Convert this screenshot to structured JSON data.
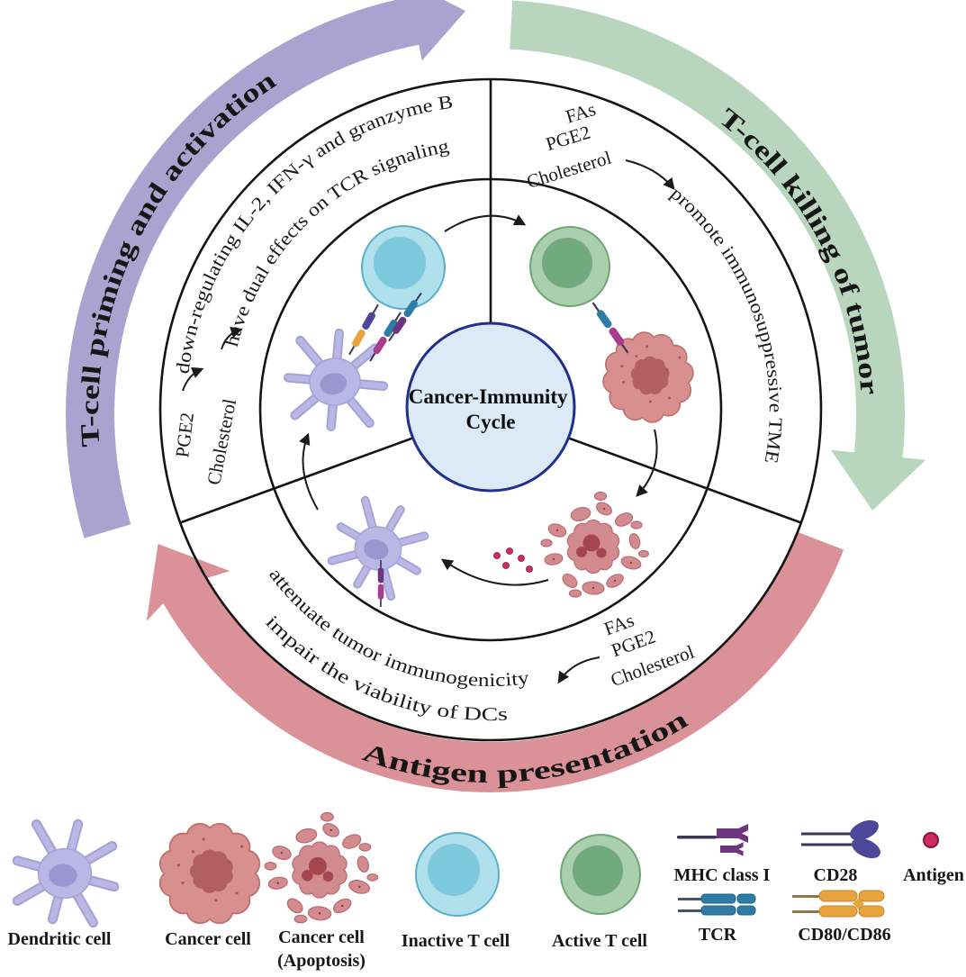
{
  "center": {
    "line1": "Cancer-Immunity",
    "line2": "Cycle"
  },
  "outer_arrows": {
    "priming": {
      "label": "T-cell priming and activation",
      "color": "#a8a3cf"
    },
    "killing": {
      "label": "T-cell killing of tumor",
      "color": "#b7d6bd"
    },
    "antigen_presentation": {
      "label": "Antigen presentation",
      "color": "#da9197"
    }
  },
  "sectors": {
    "priming": {
      "factor1": "PGE2",
      "factor2": "Cholesterol",
      "effect1": "down-regulating IL-2, IFN-γ and granzyme B",
      "effect2": "have dual effects on TCR signaling"
    },
    "killing": {
      "factors_line1": "FAs",
      "factors_line2": "PGE2",
      "factors_line3": "Cholesterol",
      "effect": "promote immunosuppressive TME"
    },
    "antigen_presentation": {
      "factors_line1": "FAs",
      "factors_line2": "PGE2",
      "factors_line3": "Cholesterol",
      "effect1": "attenuate tumor immunogenicity",
      "effect2": "impair the viability of DCs"
    }
  },
  "legend": {
    "dendritic_cell": "Dendritic cell",
    "cancer_cell": "Cancer cell",
    "cancer_cell_apoptosis_line1": "Cancer cell",
    "cancer_cell_apoptosis_line2": "(Apoptosis)",
    "inactive_t_cell": "Inactive T cell",
    "active_t_cell": "Active T cell",
    "mhc_class_1": "MHC class I",
    "cd28": "CD28",
    "antigen": "Antigen",
    "tcr": "TCR",
    "cd80_cd86": "CD80/CD86"
  },
  "colors": {
    "priming_arrow": "#a8a3cf",
    "killing_arrow": "#b7d6bd",
    "antigen_arrow": "#da9197",
    "center_fill": "#dce9f7",
    "center_border": "#20308d",
    "inactive_t_cell": "#7ecadd",
    "active_t_cell": "#72aa80",
    "dendritic_cell": "#b9b7e4",
    "cancer_cell": "#d8908e",
    "mhc": "#6d3580",
    "cd28": "#4c4796",
    "tcr": "#2e7ca6",
    "cd80_cd86": "#e8a33d",
    "antigen_dot": "#d12a62"
  }
}
